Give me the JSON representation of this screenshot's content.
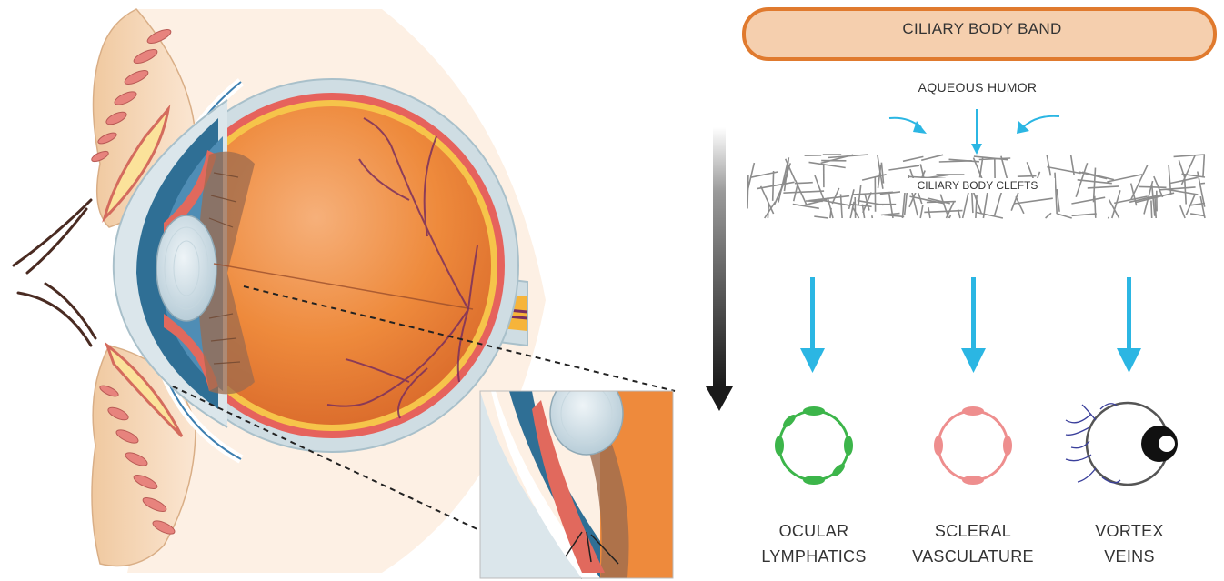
{
  "band": {
    "title": "CILIARY BODY BAND"
  },
  "inflow": {
    "label": "AQUEOUS HUMOR"
  },
  "clefts": {
    "label": "CILIARY BODY CLEFTS"
  },
  "outflows": [
    {
      "line1": "OCULAR",
      "line2": "LYMPHATICS",
      "icon": "ocular-lymphatics-icon",
      "color": "#3cb54a"
    },
    {
      "line1": "SCLERAL",
      "line2": "VASCULATURE",
      "icon": "scleral-vasculature-icon",
      "color": "#ee8e8e"
    },
    {
      "line1": "VORTEX",
      "line2": "VEINS",
      "icon": "vortex-veins-icon",
      "color": "#3a3f9b"
    }
  ],
  "colors": {
    "band_fill": "#f5cfae",
    "band_stroke": "#e07a2e",
    "flow_arrow": "#2bb6e3",
    "eye_orange": "#ef8a3c",
    "sclera": "#cfdde3",
    "eyelid": "#f3cfa6"
  }
}
